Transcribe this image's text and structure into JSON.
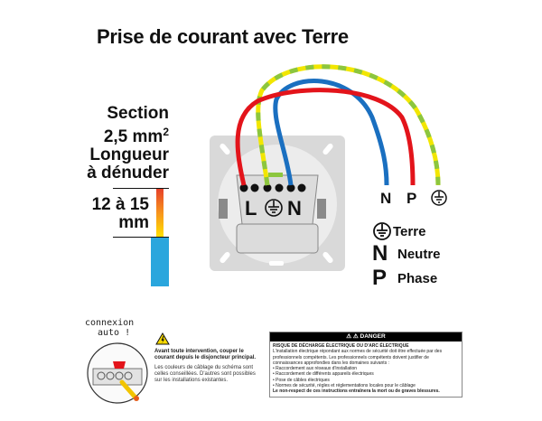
{
  "title": "Prise de courant avec Terre",
  "wire_specs": {
    "section_label": "Section",
    "section_value": "2,5 mm",
    "section_exp": "2",
    "strip_label_line1": "Longueur",
    "strip_label_line2": "à dénuder",
    "strip_value_line1": "12 à 15",
    "strip_value_line2": "mm"
  },
  "socket_terminals": {
    "left": "L",
    "right": "N"
  },
  "wire_ends": [
    "N",
    "P"
  ],
  "legend": [
    {
      "symbol": "earth",
      "label": "Terre"
    },
    {
      "symbol": "N",
      "label": "Neutre"
    },
    {
      "symbol": "P",
      "label": "Phase"
    }
  ],
  "colors": {
    "phase": "#e3141b",
    "neutral": "#1a6fc0",
    "earth_yellow": "#f2e600",
    "earth_green": "#8cc63f",
    "plate": "#d9d9d9",
    "strip_blue": "#2aa6dd"
  },
  "auto_connection": {
    "text_line1": "connexion",
    "text_line2": "auto !"
  },
  "warning": {
    "bold_text": "Avant toute intervention, couper le courant depuis le disjoncteur principal.",
    "text": "Les couleurs de câblage du schéma sont celles conseillées. D'autres sont possibles sur les installations existantes."
  },
  "danger": {
    "header": "⚠ ⚠ DANGER",
    "title": "RISQUE DE DÉCHARGE ÉLECTRIQUE OU D'ARC ÉLECTRIQUE",
    "intro": "L'installation électrique répondant aux normes de sécurité doit être effectuée par des professionnels compétents. Les professionnels compétents doivent justifier de connaissances approfondies dans les domaines suivants :",
    "items": [
      "• Raccordement aux réseaux d'installation",
      "• Raccordement de différents appareils électriques",
      "• Pose de câbles électriques",
      "• Normes de sécurité, règles et réglementations locales pour le câblage"
    ],
    "footer": "Le non-respect de ces instructions entraînera la mort ou de graves blessures."
  }
}
